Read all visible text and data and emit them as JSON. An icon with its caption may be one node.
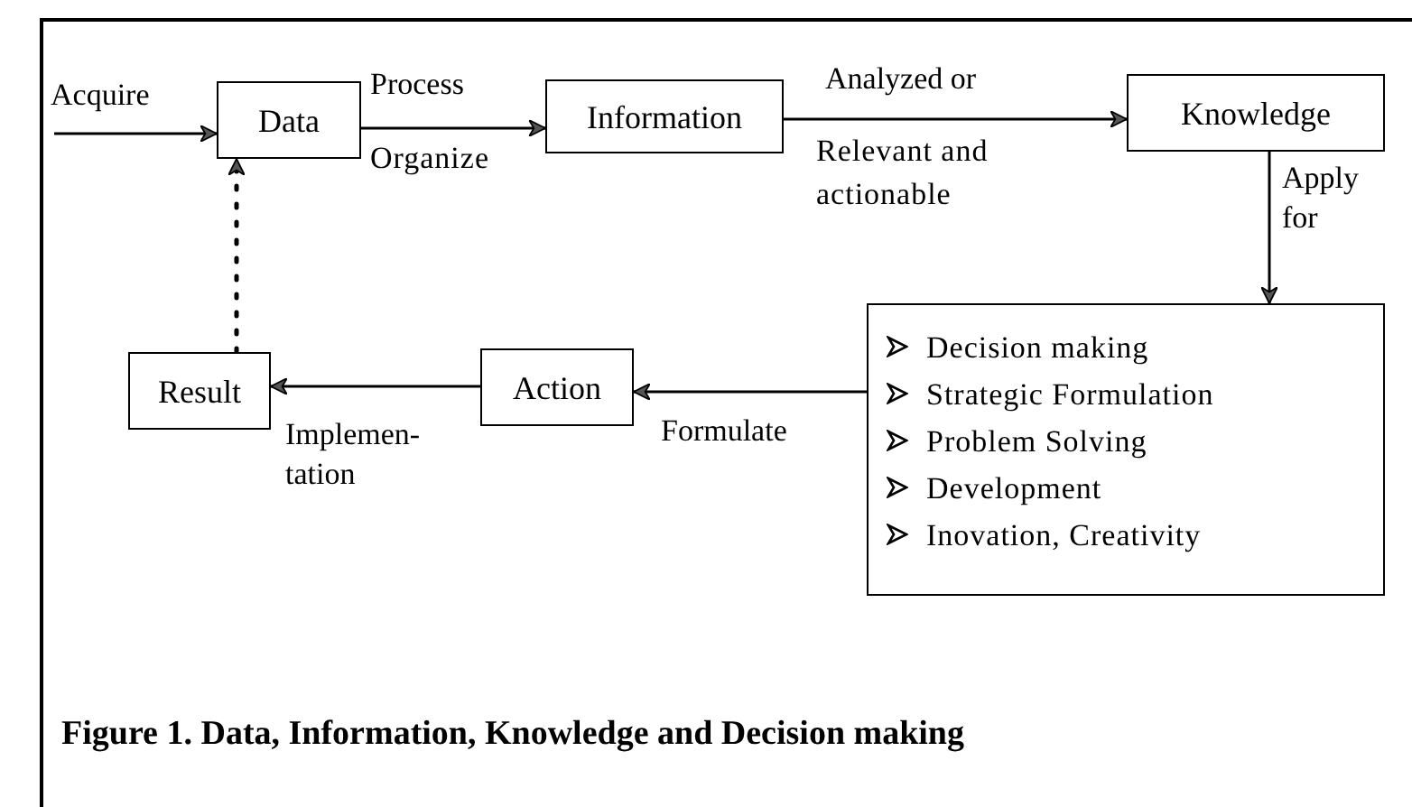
{
  "diagram": {
    "caption": "Figure 1. Data, Information, Knowledge and Decision making",
    "nodes": [
      {
        "text": [
          "Data"
        ]
      },
      {
        "text": [
          "Information"
        ]
      },
      {
        "text": [
          "Knowledge"
        ]
      },
      {
        "text": [
          "Decision making",
          "Strategic Formulation",
          "Problem Solving",
          "Development",
          "Inovation, Creativity"
        ]
      },
      {
        "text": [
          "Action"
        ]
      },
      {
        "text": [
          "Result"
        ]
      }
    ],
    "edges": [
      {
        "from": null,
        "to": 0,
        "arrow": "to",
        "label": "Acquire"
      },
      {
        "from": 0,
        "to": 1,
        "arrow": "to",
        "label": "Process"
      },
      {
        "from": 1,
        "to": 2,
        "arrow": "to",
        "label": "Analyzed or"
      },
      {
        "from": 2,
        "to": 3,
        "arrow": "to",
        "label": "Apply for"
      },
      {
        "from": 3,
        "to": 4,
        "arrow": "to",
        "label": "Formulate"
      },
      {
        "from": 4,
        "to": 5,
        "arrow": "to",
        "label": "Implemen- tation"
      },
      {
        "from": 5,
        "to": 0,
        "arrow": "to",
        "style": "dashed"
      }
    ],
    "labels": [
      "Organize",
      "Relevant and actionable"
    ]
  }
}
